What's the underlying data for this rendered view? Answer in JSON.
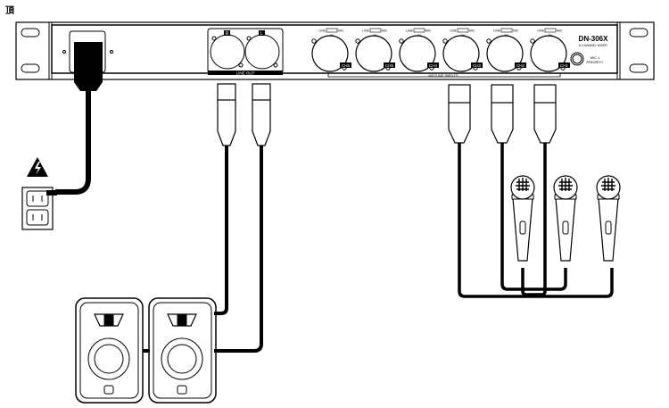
{
  "corner_mark": "頂",
  "device": {
    "model": "DN-306X",
    "subtitle": "6 CHANNEL MIXER",
    "priority_label_1": "MIC 1",
    "priority_label_2": "PRIORITY",
    "line_out_label": "LINE OUT",
    "line_out_channels": [
      "R",
      "L"
    ],
    "inputs_label": "MIC/LINE INPUTS",
    "switch_left": "LINE",
    "switch_right": "MIC",
    "switch_bottom": "PH",
    "channels": [
      "CH6",
      "CH5",
      "CH4",
      "CH3",
      "CH2",
      "CH1"
    ]
  }
}
